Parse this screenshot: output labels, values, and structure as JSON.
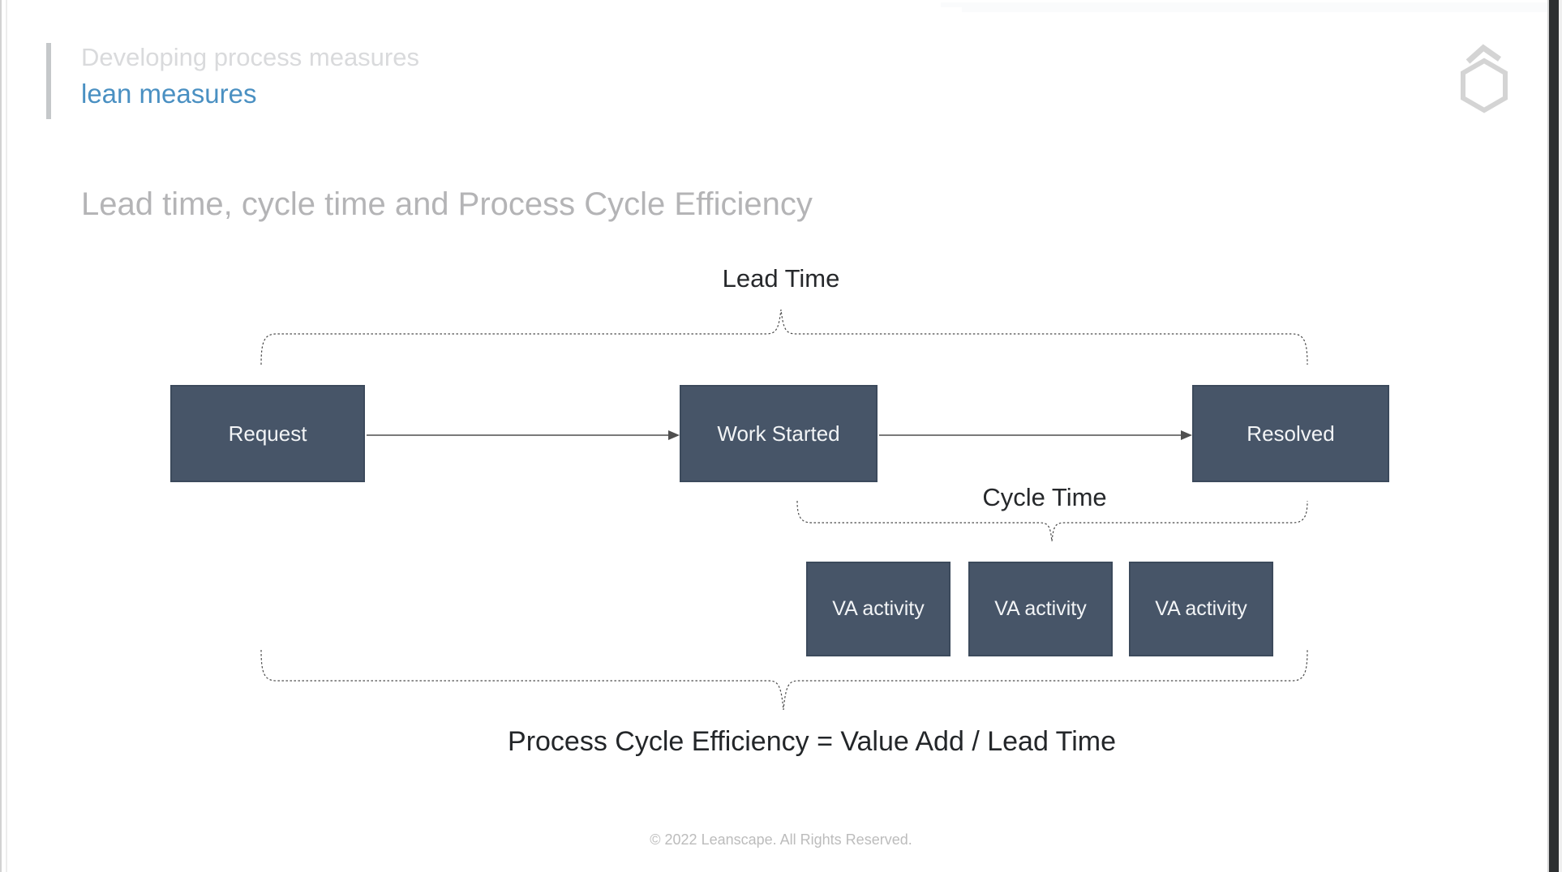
{
  "header": {
    "eyebrow": "Developing process measures",
    "subtitle": "lean measures",
    "logo_icon": "hexagon-chevron-logo"
  },
  "slide": {
    "title": "Lead time, cycle time and Process Cycle Efficiency"
  },
  "diagram": {
    "lead_time_label": "Lead Time",
    "cycle_time_label": "Cycle Time",
    "stages": [
      {
        "label": "Request"
      },
      {
        "label": "Work Started"
      },
      {
        "label": "Resolved"
      }
    ],
    "va_activities": [
      {
        "label": "VA activity"
      },
      {
        "label": "VA activity"
      },
      {
        "label": "VA activity"
      }
    ],
    "formula": "Process Cycle Efficiency = Value Add / Lead Time"
  },
  "footer": {
    "copyright": "© 2022 Leanscape. All Rights Reserved."
  },
  "colors": {
    "accent_blue": "#4a90c2",
    "box_fill": "#475568",
    "box_border": "#3c4a5c",
    "muted_title_gray": "#b4b4b6",
    "eyebrow_gray": "#d9dadc",
    "brace_stroke": "#4a4a4a",
    "logo_gray": "#d4d4d4"
  }
}
